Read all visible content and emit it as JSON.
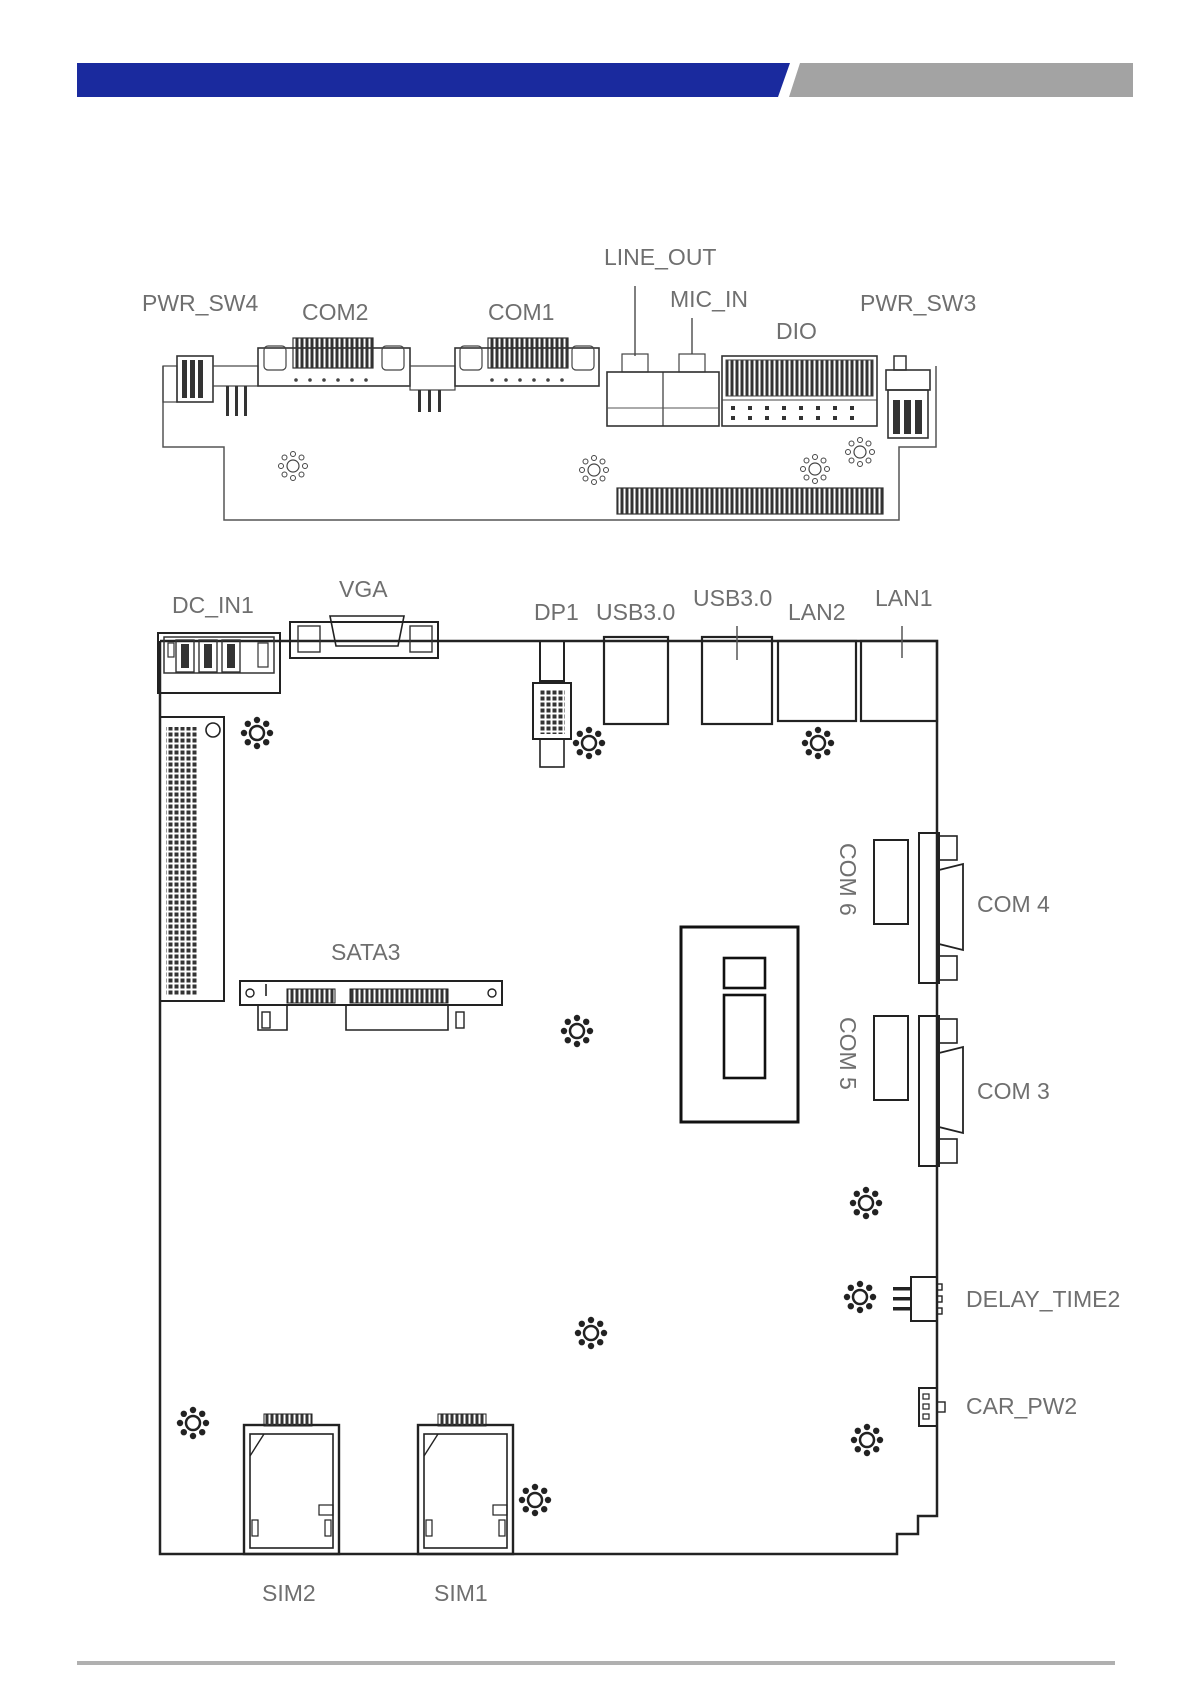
{
  "header": {
    "colors": {
      "primary_bar": "#1a2a9e",
      "secondary_bar": "#a3a3a3",
      "footer_rule": "#b0b0b0"
    }
  },
  "io_board": {
    "labels": {
      "pwr_sw4": "PWR_SW4",
      "com2": "COM2",
      "com1": "COM1",
      "line_out": "LINE_OUT",
      "mic_in": "MIC_IN",
      "dio": "DIO",
      "pwr_sw3": "PWR_SW3"
    }
  },
  "main_board": {
    "labels": {
      "dc_in1": "DC_IN1",
      "vga": "VGA",
      "dp1": "DP1",
      "usb30_a": "USB3.0",
      "usb30_b": "USB3.0",
      "lan2": "LAN2",
      "lan1": "LAN1",
      "com6": "COM 6",
      "com4": "COM 4",
      "com5": "COM 5",
      "com3": "COM 3",
      "sata3": "SATA3",
      "delay_time2": "DELAY_TIME2",
      "car_pw2": "CAR_PW2",
      "sim2": "SIM2",
      "sim1": "SIM1"
    }
  }
}
